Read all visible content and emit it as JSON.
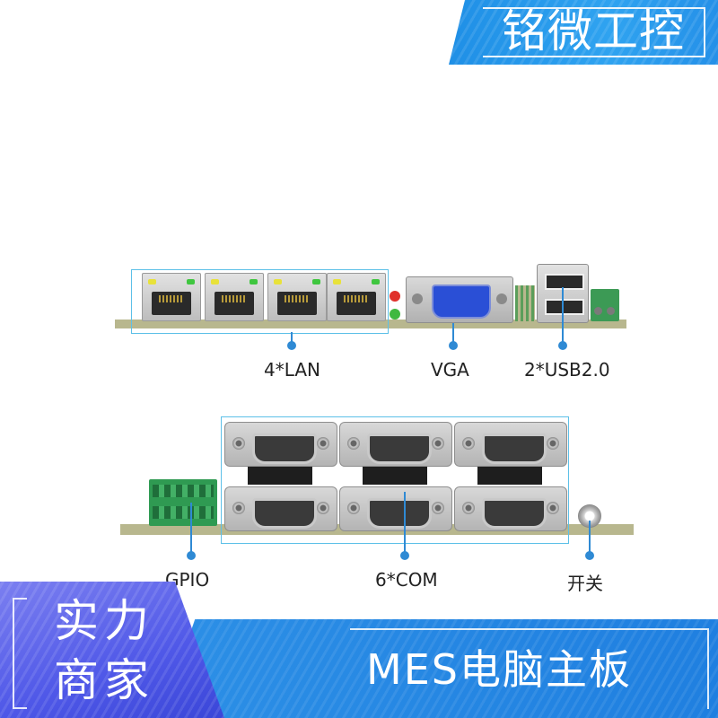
{
  "brand": {
    "name": "铭微工控"
  },
  "io_panel_top": {
    "labels": {
      "lan": "4*LAN",
      "vga": "VGA",
      "usb": "2*USB2.0"
    }
  },
  "io_panel_bottom": {
    "labels": {
      "gpio": "GPIO",
      "com": "6*COM",
      "power_switch": "开关"
    }
  },
  "promo": {
    "line1": "实力",
    "line2": "商家"
  },
  "product": {
    "title": "MES电脑主板"
  },
  "colors": {
    "accent_blue": "#2f8ad4",
    "brand_blue": "#2590e8",
    "promo_purple": "#4f58e8"
  }
}
